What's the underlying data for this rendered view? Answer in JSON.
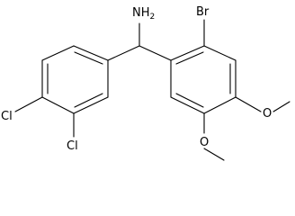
{
  "molecule": {
    "atoms": {
      "amine": "NH2",
      "bromine": "Br",
      "chlorine_4": "Cl",
      "chlorine_3": "Cl",
      "oxygen_upper": "O",
      "oxygen_lower": "O"
    },
    "colors": {
      "bond": "#000000",
      "label": "#000000",
      "background": "#ffffff"
    }
  }
}
